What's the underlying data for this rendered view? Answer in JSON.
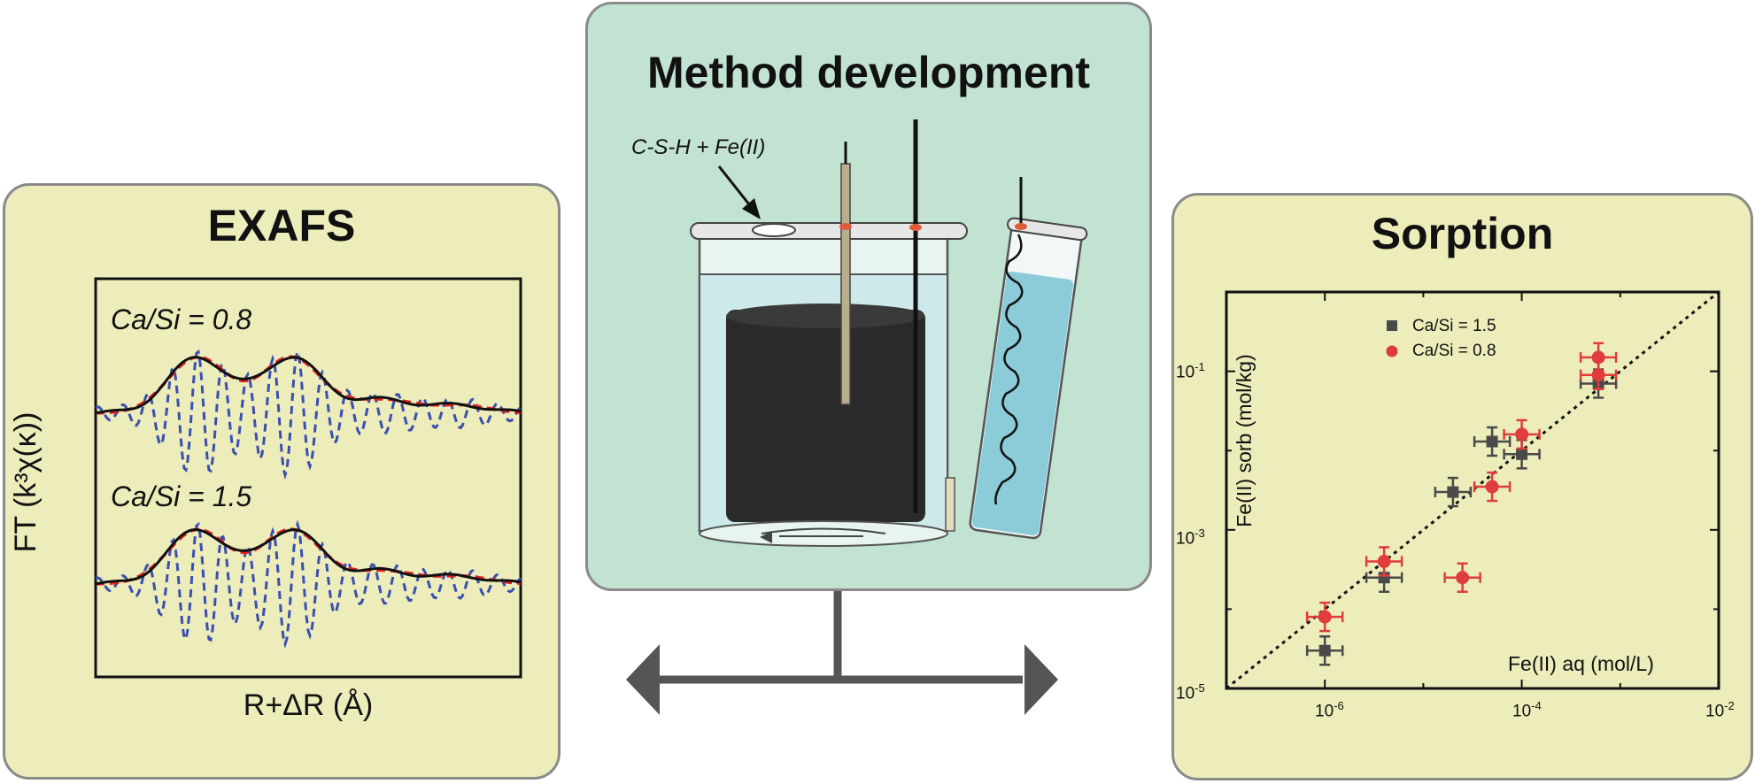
{
  "panels": {
    "exafs": {
      "title": "EXAFS",
      "ylabel": "FT (k³χ(κ))",
      "xlabel": "R+ΔR (Å)",
      "spectra": [
        {
          "label": "Ca/Si = 0.8"
        },
        {
          "label": "Ca/Si = 1.5"
        }
      ],
      "colors": {
        "experiment": "#111111",
        "fit": "#e02020",
        "component": "#3b4fb0"
      }
    },
    "method": {
      "title": "Method development",
      "sample_label": "C-S-H + Fe(II)",
      "colors": {
        "background": "#c2e2d2",
        "solution": "#cde9ea",
        "electrode": "#2a2a2a",
        "tube_solution": "#8ccbd8"
      }
    },
    "sorption": {
      "title": "Sorption",
      "ylabel": "Fe(II) sorb (mol/kg)",
      "xlabel": "Fe(II) aq (mol/L)"
    }
  },
  "chart_data": {
    "type": "scatter",
    "x_scale": "log",
    "y_scale": "log",
    "xlim": [
      1e-07,
      0.01
    ],
    "ylim": [
      1e-05,
      1
    ],
    "x_tick_labels": [
      "10-6",
      "10-4",
      "10-2"
    ],
    "y_tick_labels": [
      "10-5",
      "10-3",
      "10-1"
    ],
    "xlabel": "Fe(II) aq (mol/L)",
    "ylabel": "Fe(II) sorb (mol/kg)",
    "legend_position": "top-center",
    "reference_line": "1:1 dotted",
    "series": [
      {
        "name": "Ca/Si = 1.5",
        "color": "#4a4a4a",
        "marker": "square",
        "points": [
          {
            "x": 1e-06,
            "y": 3e-05
          },
          {
            "x": 4e-06,
            "y": 0.00025
          },
          {
            "x": 2e-05,
            "y": 0.003
          },
          {
            "x": 5e-05,
            "y": 0.013
          },
          {
            "x": 0.0001,
            "y": 0.009
          },
          {
            "x": 0.0006,
            "y": 0.07
          }
        ]
      },
      {
        "name": "Ca/Si = 0.8",
        "color": "#e03c3c",
        "marker": "circle",
        "points": [
          {
            "x": 1e-06,
            "y": 8e-05
          },
          {
            "x": 4e-06,
            "y": 0.0004
          },
          {
            "x": 2.5e-05,
            "y": 0.00025
          },
          {
            "x": 5e-05,
            "y": 0.0035
          },
          {
            "x": 0.0001,
            "y": 0.016
          },
          {
            "x": 0.0006,
            "y": 0.09
          },
          {
            "x": 0.0006,
            "y": 0.15
          }
        ]
      }
    ]
  }
}
